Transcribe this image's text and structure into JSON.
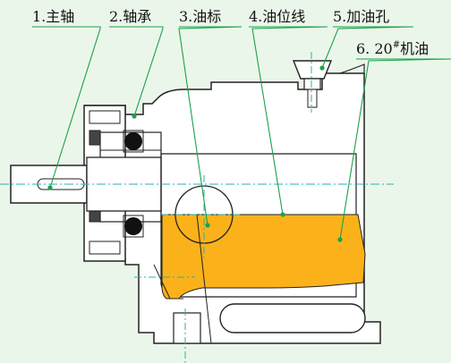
{
  "diagram": {
    "labels": [
      {
        "id": "spindle",
        "text": "1.主轴"
      },
      {
        "id": "bearing",
        "text": "2.轴承"
      },
      {
        "id": "oil-gauge",
        "text": "3.油标"
      },
      {
        "id": "oil-level",
        "text": "4.油位线"
      },
      {
        "id": "oil-filler",
        "text": "5.加油孔"
      },
      {
        "id": "machine-oil",
        "text": "6. 20",
        "superscript": "#",
        "suffix": "机油"
      }
    ],
    "colors": {
      "background": "#ebf6ea",
      "oil": "#fbb21a",
      "leader": "#1aa24a",
      "center_line": "#2ab0b0",
      "outline": "#222222",
      "housing": "#ffffff"
    }
  }
}
